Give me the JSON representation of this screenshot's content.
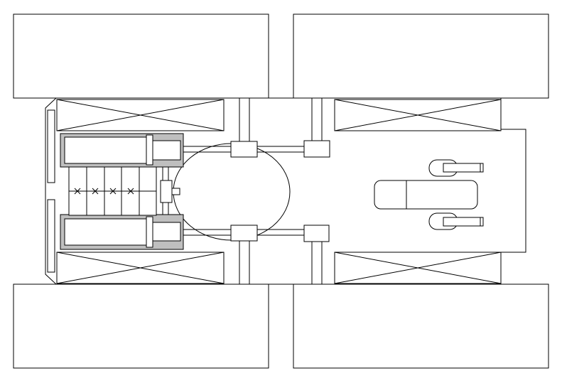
{
  "diagram": {
    "kind": "vehicle-chassis-top-view",
    "colors": {
      "line": "#000000",
      "background": "#ffffff",
      "shading": "#bfbfbf"
    },
    "counts": {
      "wheels": 4,
      "fenders": 4,
      "battery_cells": 5,
      "motor_units": 2,
      "pedals": 2,
      "bearing_blocks": 4
    }
  }
}
